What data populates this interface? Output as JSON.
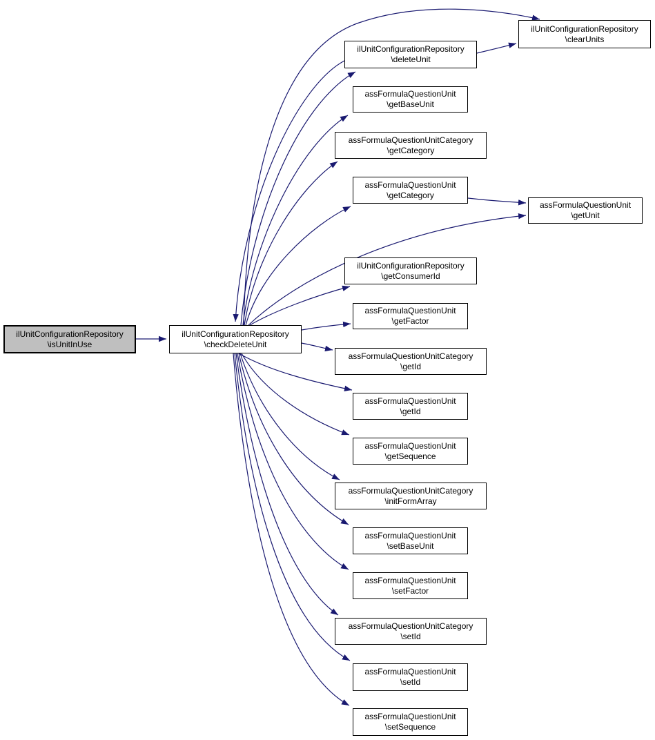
{
  "diagram": {
    "type": "call-graph",
    "colors": {
      "edge": "#191970",
      "node_fill": "#ffffff",
      "node_border": "#000000",
      "node_highlight_fill": "#bfbfbf",
      "background": "#ffffff"
    },
    "nodes": [
      {
        "id": "isUnitInUse",
        "class_name": "ilUnitConfigurationRepository",
        "method": "\\isUnitInUse",
        "highlighted": true
      },
      {
        "id": "checkDeleteUnit",
        "class_name": "ilUnitConfigurationRepository",
        "method": "\\checkDeleteUnit",
        "highlighted": false
      },
      {
        "id": "clearUnits",
        "class_name": "ilUnitConfigurationRepository",
        "method": "\\clearUnits",
        "highlighted": false
      },
      {
        "id": "deleteUnit",
        "class_name": "ilUnitConfigurationRepository",
        "method": "\\deleteUnit",
        "highlighted": false
      },
      {
        "id": "getBaseUnit",
        "class_name": "assFormulaQuestionUnit",
        "method": "\\getBaseUnit",
        "highlighted": false
      },
      {
        "id": "getCategoryCat",
        "class_name": "assFormulaQuestionUnitCategory",
        "method": "\\getCategory",
        "highlighted": false
      },
      {
        "id": "getCategoryUnit",
        "class_name": "assFormulaQuestionUnit",
        "method": "\\getCategory",
        "highlighted": false
      },
      {
        "id": "getUnit",
        "class_name": "assFormulaQuestionUnit",
        "method": "\\getUnit",
        "highlighted": false
      },
      {
        "id": "getConsumerId",
        "class_name": "ilUnitConfigurationRepository",
        "method": "\\getConsumerId",
        "highlighted": false
      },
      {
        "id": "getFactor",
        "class_name": "assFormulaQuestionUnit",
        "method": "\\getFactor",
        "highlighted": false
      },
      {
        "id": "getIdCat",
        "class_name": "assFormulaQuestionUnitCategory",
        "method": "\\getId",
        "highlighted": false
      },
      {
        "id": "getIdUnit",
        "class_name": "assFormulaQuestionUnit",
        "method": "\\getId",
        "highlighted": false
      },
      {
        "id": "getSequence",
        "class_name": "assFormulaQuestionUnit",
        "method": "\\getSequence",
        "highlighted": false
      },
      {
        "id": "initFormArray",
        "class_name": "assFormulaQuestionUnitCategory",
        "method": "\\initFormArray",
        "highlighted": false
      },
      {
        "id": "setBaseUnit",
        "class_name": "assFormulaQuestionUnit",
        "method": "\\setBaseUnit",
        "highlighted": false
      },
      {
        "id": "setFactor",
        "class_name": "assFormulaQuestionUnit",
        "method": "\\setFactor",
        "highlighted": false
      },
      {
        "id": "setIdCat",
        "class_name": "assFormulaQuestionUnitCategory",
        "method": "\\setId",
        "highlighted": false
      },
      {
        "id": "setIdUnit",
        "class_name": "assFormulaQuestionUnit",
        "method": "\\setId",
        "highlighted": false
      },
      {
        "id": "setSequence",
        "class_name": "assFormulaQuestionUnit",
        "method": "\\setSequence",
        "highlighted": false
      }
    ],
    "edges": [
      {
        "from": "isUnitInUse",
        "to": "checkDeleteUnit"
      },
      {
        "from": "checkDeleteUnit",
        "to": "clearUnits"
      },
      {
        "from": "checkDeleteUnit",
        "to": "deleteUnit"
      },
      {
        "from": "deleteUnit",
        "to": "checkDeleteUnit"
      },
      {
        "from": "deleteUnit",
        "to": "clearUnits"
      },
      {
        "from": "checkDeleteUnit",
        "to": "getBaseUnit"
      },
      {
        "from": "checkDeleteUnit",
        "to": "getCategoryCat"
      },
      {
        "from": "checkDeleteUnit",
        "to": "getCategoryUnit"
      },
      {
        "from": "getCategoryUnit",
        "to": "getUnit"
      },
      {
        "from": "checkDeleteUnit",
        "to": "getUnit"
      },
      {
        "from": "checkDeleteUnit",
        "to": "getConsumerId"
      },
      {
        "from": "checkDeleteUnit",
        "to": "getFactor"
      },
      {
        "from": "checkDeleteUnit",
        "to": "getIdCat"
      },
      {
        "from": "checkDeleteUnit",
        "to": "getIdUnit"
      },
      {
        "from": "checkDeleteUnit",
        "to": "getSequence"
      },
      {
        "from": "checkDeleteUnit",
        "to": "initFormArray"
      },
      {
        "from": "checkDeleteUnit",
        "to": "setBaseUnit"
      },
      {
        "from": "checkDeleteUnit",
        "to": "setFactor"
      },
      {
        "from": "checkDeleteUnit",
        "to": "setIdCat"
      },
      {
        "from": "checkDeleteUnit",
        "to": "setIdUnit"
      },
      {
        "from": "checkDeleteUnit",
        "to": "setSequence"
      }
    ]
  }
}
